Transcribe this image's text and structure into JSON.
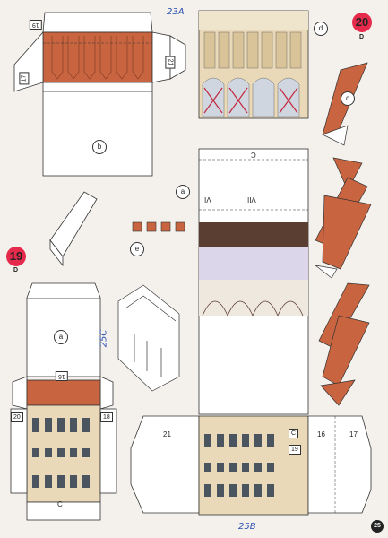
{
  "sheet_badges": {
    "left": "19",
    "right": "20",
    "left_sub": "D",
    "right_sub": "D"
  },
  "page_number": "25",
  "handwritten": {
    "top": "23A",
    "middle": "25C",
    "bottom": "25B"
  },
  "part_numbers": {
    "top_left": "19",
    "top_right": "21",
    "side_left": "17",
    "bottom_top": "16",
    "bottom_left": "20",
    "bottom_right": "18",
    "bottom_c": "C",
    "wide_left": "21",
    "wide_c": "C",
    "wide_19": "19",
    "wide_16": "16",
    "wide_17": "17",
    "strip_top": "C",
    "strip_vi": "VI",
    "strip_vii": "VII"
  },
  "circle_labels": {
    "b": "b",
    "d": "d",
    "c": "c",
    "a_strip": "a",
    "e": "e",
    "a_box": "a"
  },
  "colors": {
    "roof": "#c8643f",
    "roof_dark": "#9c4a2a",
    "facade": "#e9d9b8",
    "window": "#4a5560",
    "badge": "#e52a4c",
    "handwriting": "#2a4fb3"
  }
}
